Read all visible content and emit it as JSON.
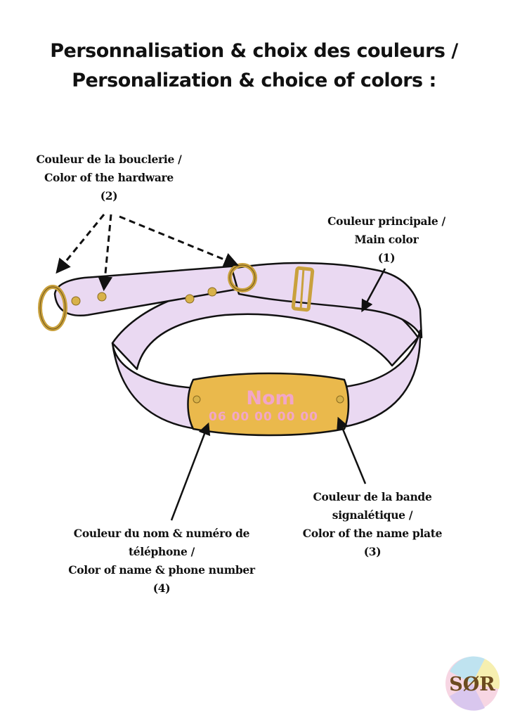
{
  "title": {
    "line1": "Personnalisation & choix des couleurs /",
    "line2": "Personalization & choice of colors :"
  },
  "labels": {
    "hardware": {
      "fr": "Couleur de la bouclerie /",
      "en": "Color of the hardware",
      "num": "(2)"
    },
    "main": {
      "fr": "Couleur principale /",
      "en": "Main color",
      "num": "(1)"
    },
    "plate": {
      "fr1": "Couleur de la bande",
      "fr2": "signalétique /",
      "en": "Color of the name plate",
      "num": "(3)"
    },
    "name": {
      "fr1": "Couleur du nom & numéro de",
      "fr2": "téléphone /",
      "en": "Color of name & phone number",
      "num": "(4)"
    }
  },
  "plate": {
    "name": "Nom",
    "phone": "06 00 00 00 00"
  },
  "logo": {
    "text": "SØR"
  },
  "colors": {
    "collar": "#ead9f2",
    "plate": "#eab94c",
    "hardware": "#d8b24a",
    "plate_text": "#f2a6c8",
    "outline": "#111111"
  }
}
